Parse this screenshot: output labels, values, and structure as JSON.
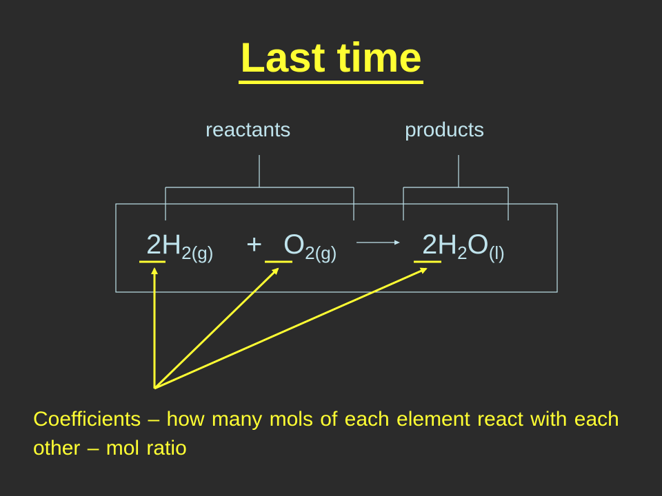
{
  "slide": {
    "title": "Last time",
    "labels": {
      "reactants": "reactants",
      "products": "products"
    },
    "equation": {
      "term1_coef": "2",
      "term1_formula": "H",
      "term1_sub": "2(g)",
      "plus": "+",
      "term2_formula": "O",
      "term2_sub": "2(g)",
      "term3_coef": "2",
      "term3_h": "H",
      "term3_h_sub": "2",
      "term3_o": "O",
      "term3_o_sub": "(l)"
    },
    "caption": "Coefficients – how many mols of each element react with each other – mol ratio",
    "colors": {
      "background": "#2b2b2b",
      "accent": "#ffff33",
      "text": "#bfe3ec"
    }
  }
}
